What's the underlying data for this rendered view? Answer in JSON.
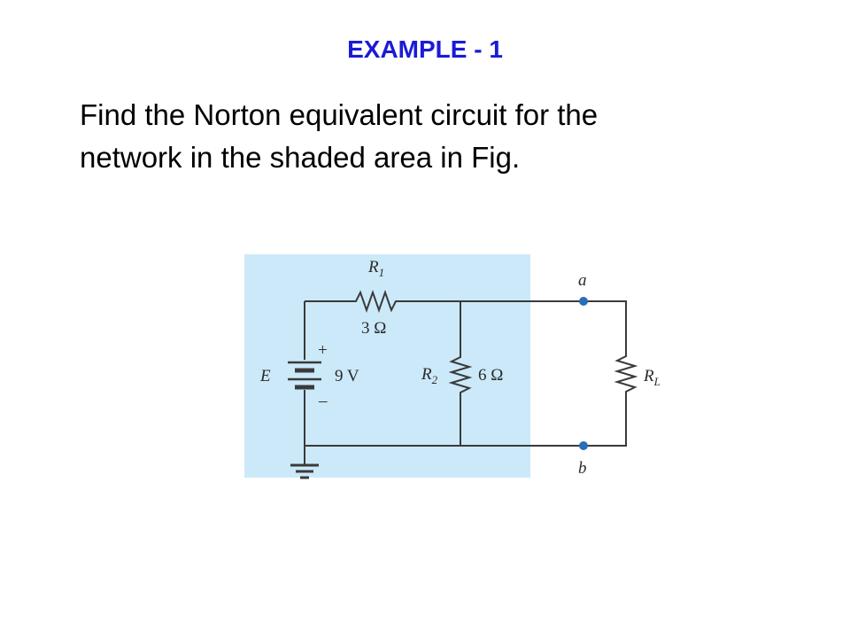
{
  "slide": {
    "title": "EXAMPLE - 1",
    "problem_line1": "Find the Norton equivalent circuit for the",
    "problem_line2": "network in the shaded area in Fig."
  },
  "circuit": {
    "r1_name": "R",
    "r1_sub": "1",
    "r1_value": "3 Ω",
    "r2_name": "R",
    "r2_sub": "2",
    "r2_value": "6 Ω",
    "rl_name": "R",
    "rl_sub": "L",
    "source_name": "E",
    "source_value": "9 V",
    "plus": "+",
    "minus": "–",
    "terminal_a": "a",
    "terminal_b": "b"
  },
  "colors": {
    "title": "#1b1bd6",
    "shaded_area": "#cce9f9",
    "terminal_dot": "#2a6db8"
  }
}
